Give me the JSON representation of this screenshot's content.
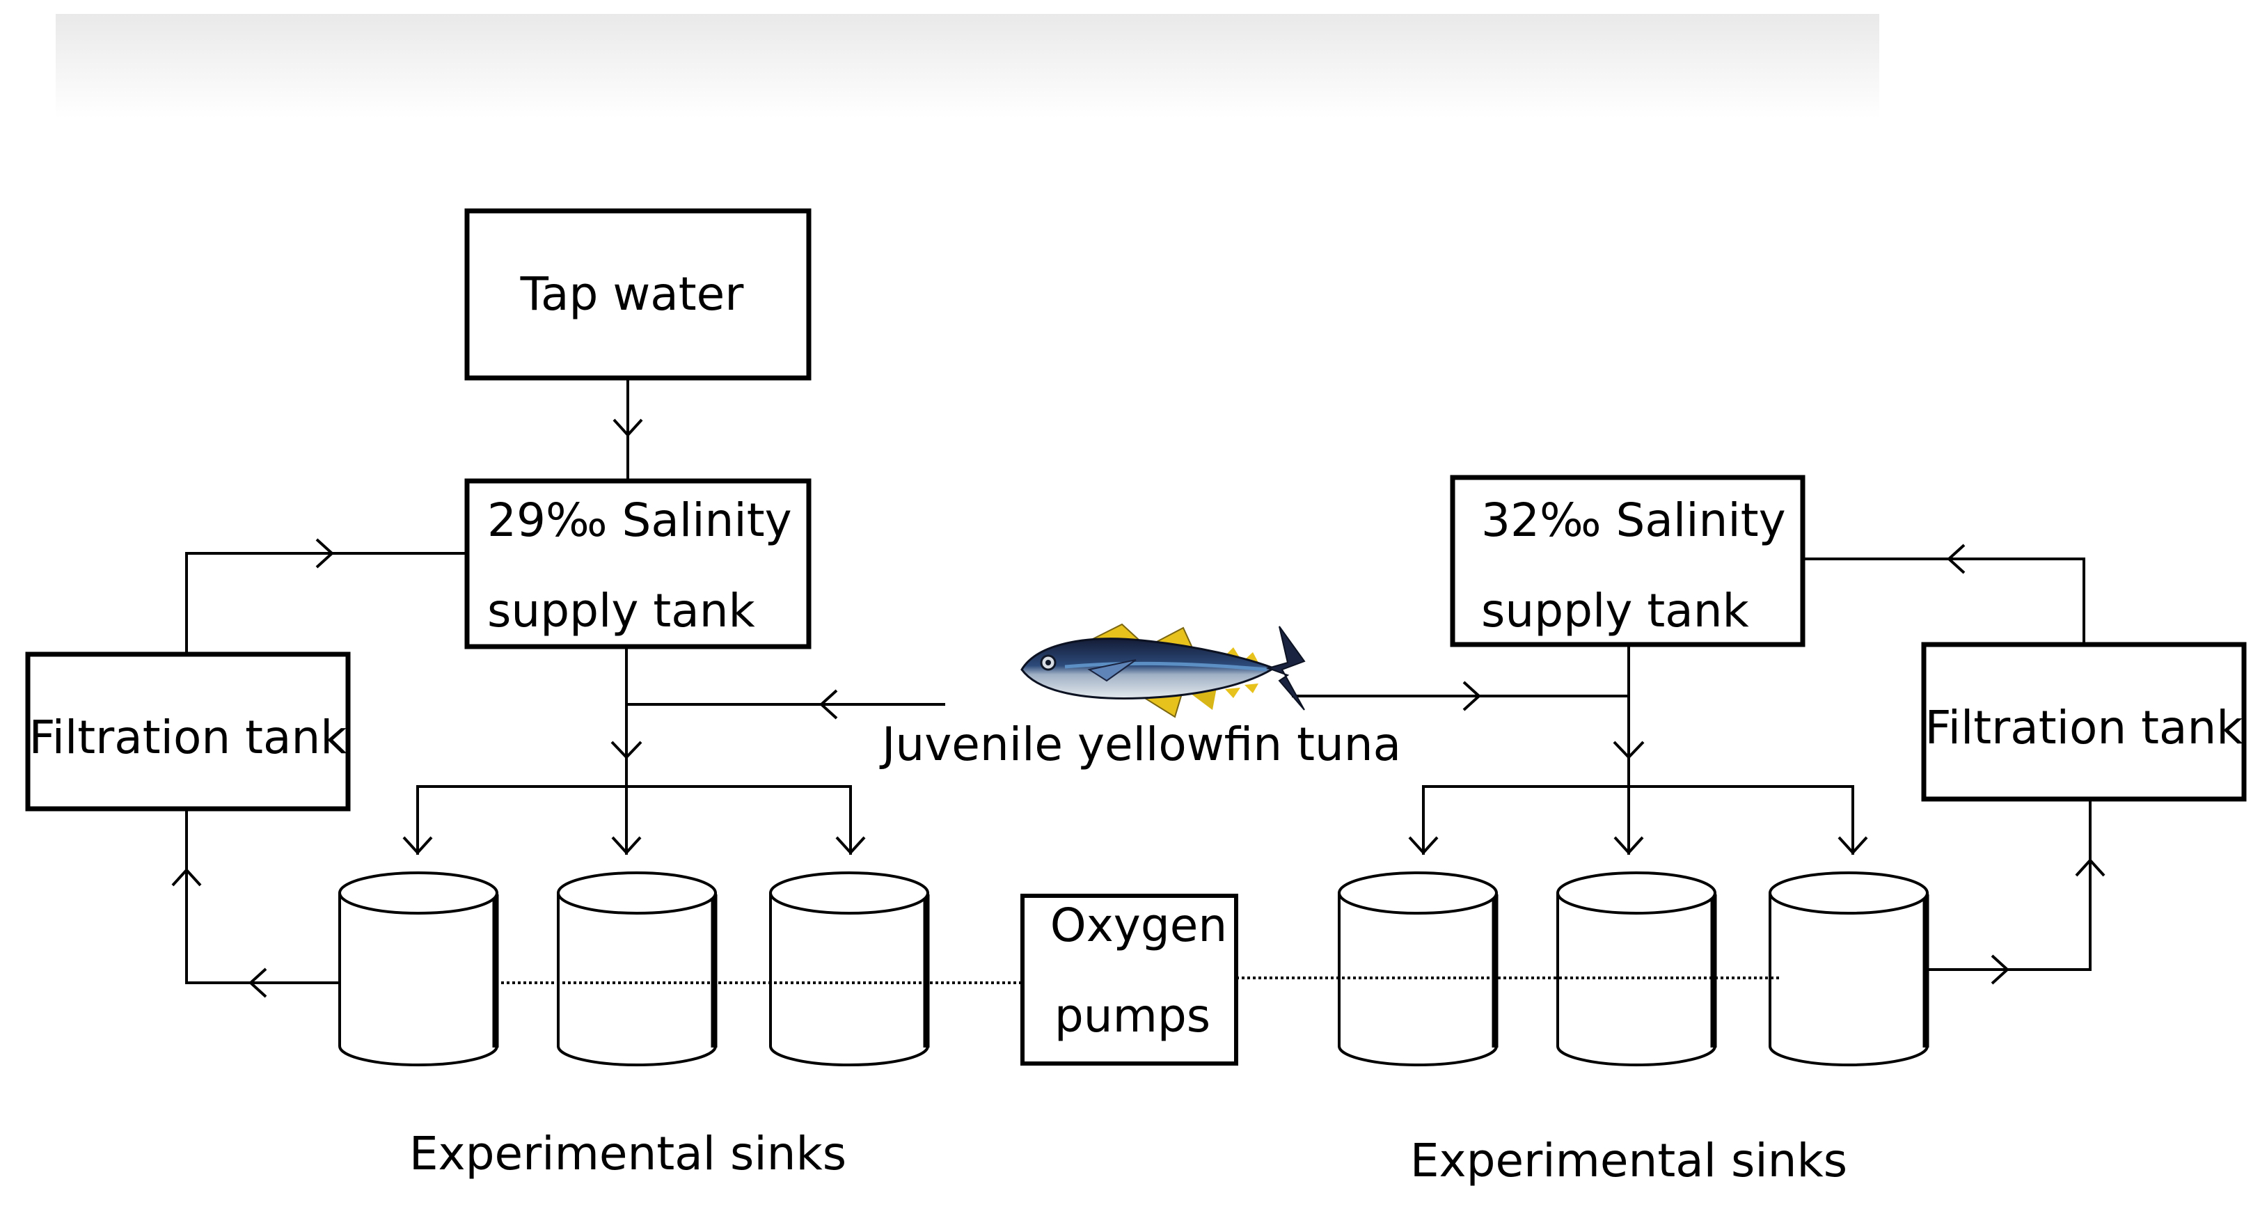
{
  "labels": {
    "tap_water": "Tap water",
    "supply_left_line1": "29‰ Salinity",
    "supply_left_line2": "supply tank",
    "supply_right_line1": "32‰ Salinity",
    "supply_right_line2": "supply tank",
    "filtration_left": "Filtration tank",
    "filtration_right": "Filtration tank",
    "fish": "Juvenile yellowfin tuna",
    "oxygen_line1": "Oxygen",
    "oxygen_line2": "pumps",
    "sinks_left": "Experimental sinks",
    "sinks_right": "Experimental sinks"
  },
  "icons": {
    "fish": "yellowfin-tuna-illustration"
  },
  "colors": {
    "ink": "#000000",
    "fish_back": "#1a2440",
    "fish_belly": "#c7d0d8",
    "fish_fin": "#e8c21c"
  }
}
